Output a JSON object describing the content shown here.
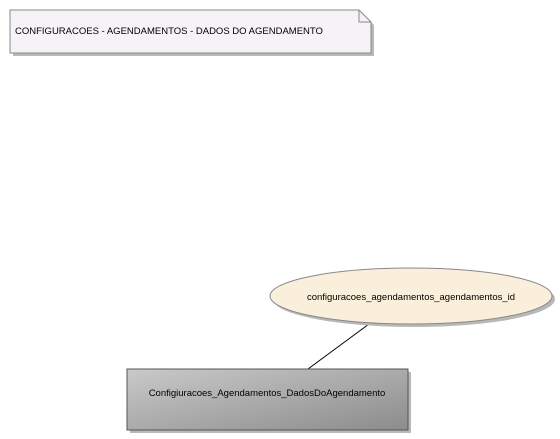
{
  "note": {
    "text": "CONFIGURACOES - AGENDAMENTOS - DADOS DO AGENDAMENTO",
    "fill": "#f5f3f8"
  },
  "attribute": {
    "text": "configuracoes_agendamentos_agendamentos_id",
    "fill": "#faefdb"
  },
  "entity": {
    "text": "Configiuracoes_Agendamentos_DadosDoAgendamento",
    "fill": "#a6a6a6"
  },
  "connector_color": "#000000"
}
